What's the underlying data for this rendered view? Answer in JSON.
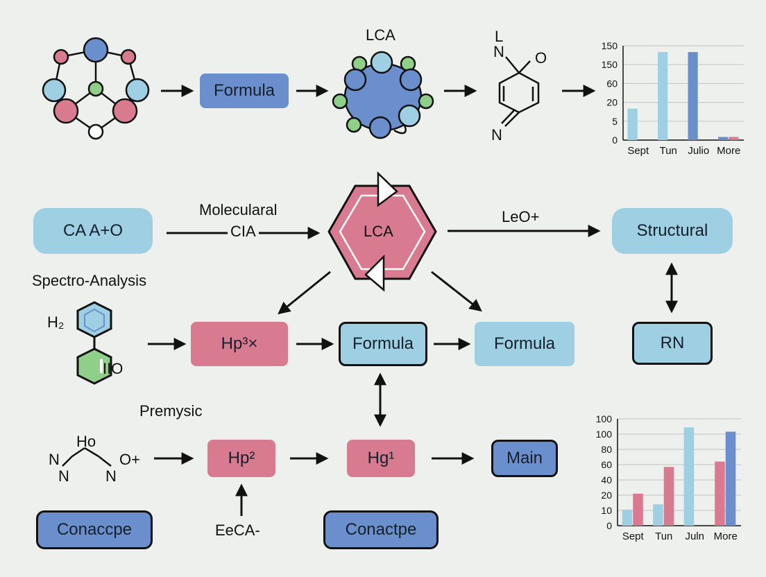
{
  "colors": {
    "background": "#eef0ed",
    "blue_box": "#6b8fcc",
    "light_blue_box": "#9fcfe3",
    "pink_box": "#d97b90",
    "green_atom": "#8fcf8a",
    "stroke": "#111111"
  },
  "row1": {
    "formula_box": "Formula",
    "lca_label": "LCA",
    "structure_text": {
      "top": "L",
      "n_top": "N",
      "o": "O",
      "n_bottom": "N"
    }
  },
  "row2": {
    "start_box": "CA A+O",
    "arrow_label_top": "Molecularal",
    "arrow_label_bottom": "CIA",
    "hexagon_label": "LCA",
    "right_arrow_label": "LeO+",
    "structural_box": "Structural",
    "section_label": "Spectro-Analysis"
  },
  "row3": {
    "h2_label": "H₂",
    "lio_label": "IIO",
    "hp3_box": "Hp³×",
    "formula_box_1": "Formula",
    "formula_box_2": "Formula",
    "rn_box": "RN"
  },
  "row4": {
    "section_label": "Premysic",
    "mol_text": {
      "ho": "Ho",
      "n1": "N",
      "n2": "N",
      "n3": "N",
      "o_plus": "O+"
    },
    "hp2_box": "Hp²",
    "hg1_box": "Hg¹",
    "main_box": "Main"
  },
  "row5": {
    "conaccpe_box": "Conaccpe",
    "eeca_label": "EeCA-",
    "conactpe_box": "Conactpe"
  },
  "chart_data": [
    {
      "type": "bar",
      "categories": [
        "Sept",
        "Tun",
        "Julio",
        "More"
      ],
      "ytick_labels": [
        "0",
        "5",
        "20",
        "60",
        "150",
        "150"
      ],
      "series": [
        {
          "values": [
            50,
            140,
            140,
            5
          ],
          "colors": [
            "#9fcfe3",
            "#9fcfe3",
            "#6b8fcc",
            "#6b8fcc"
          ]
        },
        {
          "values": [
            null,
            null,
            null,
            5
          ],
          "colors": [
            "#d97b90",
            "#d97b90",
            "#d97b90",
            "#d97b90"
          ]
        }
      ],
      "ylim": [
        0,
        150
      ],
      "grid": true
    },
    {
      "type": "bar",
      "categories": [
        "Sept",
        "Tun",
        "Juln",
        "More"
      ],
      "ytick_labels": [
        "0",
        "10",
        "20",
        "40",
        "60",
        "80",
        "100",
        "100"
      ],
      "series": [
        {
          "values": [
            15,
            20,
            92,
            60
          ],
          "colors": [
            "#9fcfe3",
            "#9fcfe3",
            "#9fcfe3",
            "#d97b90"
          ]
        },
        {
          "values": [
            30,
            55,
            null,
            88
          ],
          "colors": [
            "#d97b90",
            "#d97b90",
            "#d97b90",
            "#6b8fcc"
          ]
        }
      ],
      "ylim": [
        0,
        100
      ],
      "grid": true
    }
  ]
}
